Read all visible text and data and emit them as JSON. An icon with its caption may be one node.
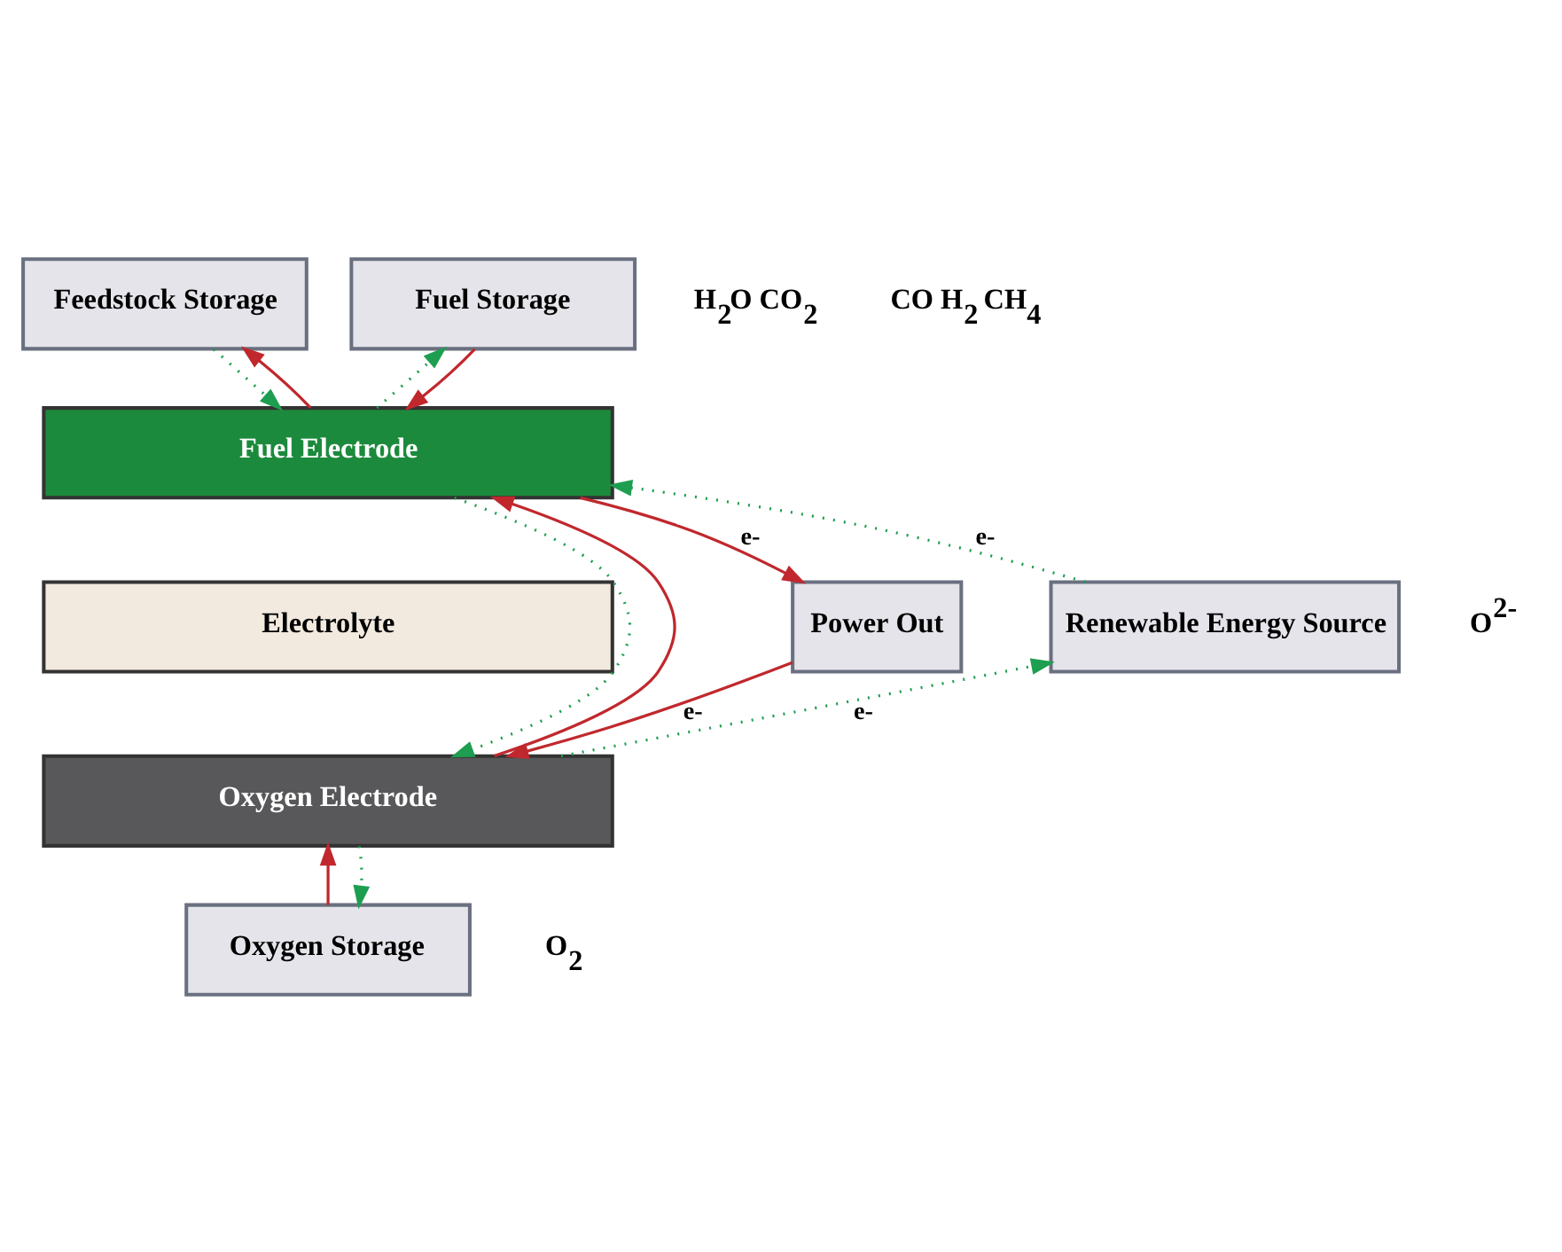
{
  "diagram": {
    "nodes": [
      {
        "text": [
          "Feedstock Storage"
        ]
      },
      {
        "text": [
          "Fuel Storage"
        ]
      },
      {
        "text": [
          "Fuel Electrode"
        ]
      },
      {
        "text": [
          "Electrolyte"
        ]
      },
      {
        "text": [
          "Oxygen Electrode"
        ]
      },
      {
        "text": [
          "Power Out"
        ]
      },
      {
        "text": [
          "Renewable Energy Source"
        ]
      },
      {
        "text": [
          "Oxygen Storage"
        ]
      }
    ],
    "edges": [
      {
        "from": 0,
        "to": 2,
        "arrow": "to",
        "style": "dashed",
        "color": "#1e9e50"
      },
      {
        "from": 2,
        "to": 0,
        "arrow": "to",
        "color": "#c0282d"
      },
      {
        "from": 2,
        "to": 1,
        "arrow": "to",
        "style": "dashed",
        "color": "#1e9e50"
      },
      {
        "from": 1,
        "to": 2,
        "arrow": "to",
        "color": "#c0282d"
      },
      {
        "from": 4,
        "to": 2,
        "arrow": "to",
        "color": "#c0282d"
      },
      {
        "from": 2,
        "to": 4,
        "arrow": "to",
        "style": "dashed",
        "color": "#1e9e50"
      },
      {
        "from": 2,
        "to": 5,
        "label": "e-",
        "arrow": "to",
        "color": "#c0282d"
      },
      {
        "from": 5,
        "to": 4,
        "label": "e-",
        "arrow": "to",
        "color": "#c0282d"
      },
      {
        "from": 6,
        "to": 2,
        "label": "e-",
        "arrow": "to",
        "style": "dashed",
        "color": "#1e9e50"
      },
      {
        "from": 4,
        "to": 6,
        "label": "e-",
        "arrow": "to",
        "style": "dashed",
        "color": "#1e9e50"
      },
      {
        "from": 7,
        "to": 4,
        "arrow": "to",
        "color": "#c0282d"
      },
      {
        "from": 4,
        "to": 7,
        "arrow": "to",
        "style": "dashed",
        "color": "#1e9e50"
      }
    ],
    "labels": [
      "H$_{2}$O CO$_{2}$",
      "CO H$_{2}$ CH$_{4}$",
      "O$^{2-}$",
      "O$_{2}$"
    ]
  }
}
